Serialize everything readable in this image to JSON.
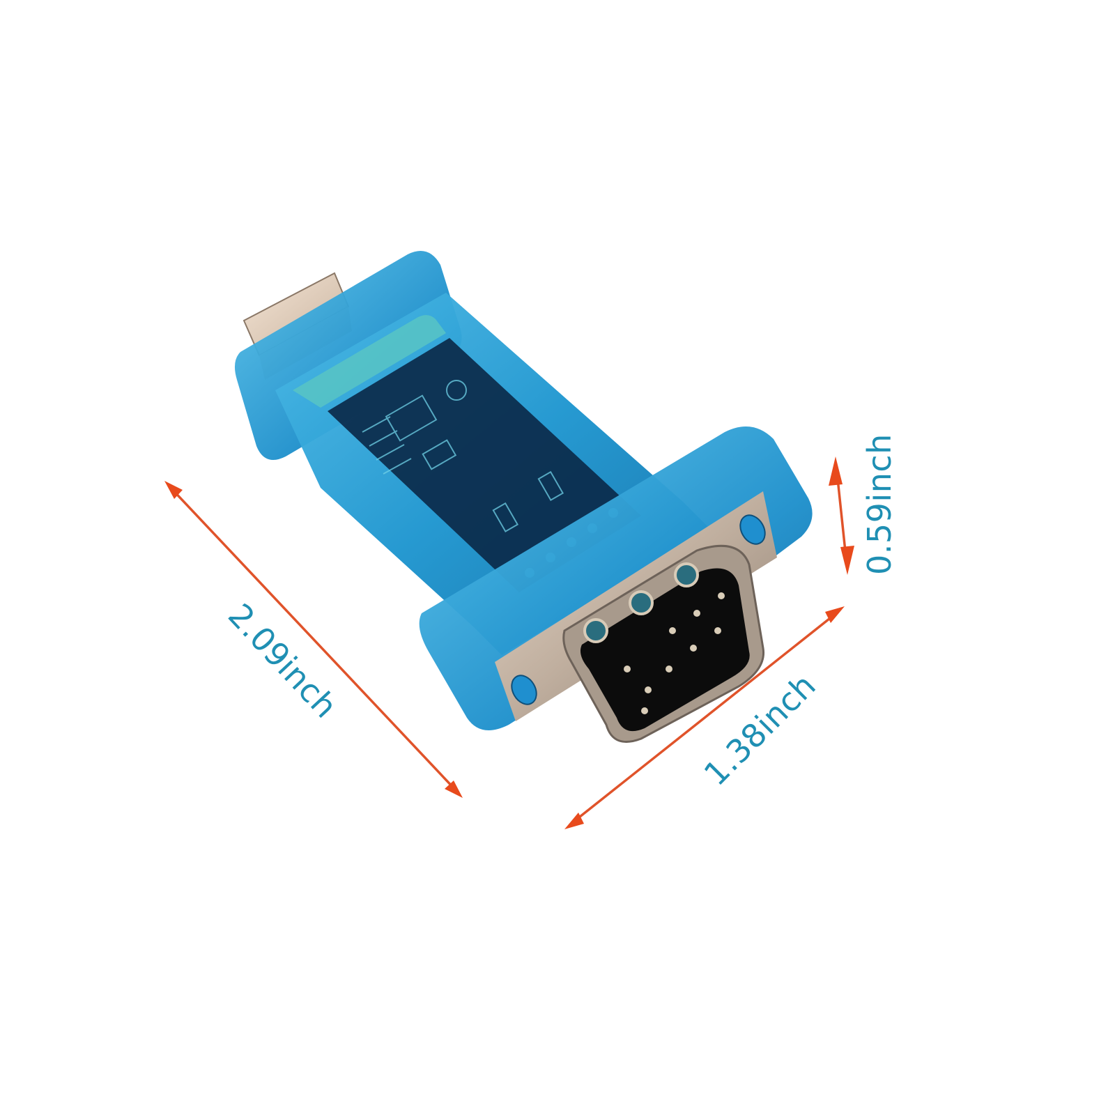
{
  "image": {
    "subject": "USB to RS232 DB9 serial adapter",
    "background": "#ffffff"
  },
  "colors": {
    "arrow": "#e0532a",
    "arrow_head": "#e84a1c",
    "label": "#1f8fb3",
    "shell_blue": "#1c8fc8",
    "shell_light": "#47b3e0",
    "pcb_dark": "#0b2a4a",
    "metal": "#c9b8a8",
    "db9_insert": "#0c0c0c"
  },
  "dimensions": {
    "length": {
      "label": "2.09inch"
    },
    "width": {
      "label": "1.38inch"
    },
    "height": {
      "label": "0.59inch"
    }
  }
}
